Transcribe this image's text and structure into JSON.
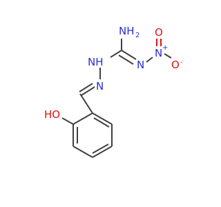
{
  "molecule": {
    "atoms": {
      "nh2": "NH",
      "nh2_sub": "2",
      "hydrazone_nh": "NH",
      "hydrazone_n": "N",
      "imine_n": "N",
      "nitro_n": "N",
      "nitro_n_charge": "+",
      "nitro_o_top": "O",
      "nitro_o_right": "O",
      "nitro_o_charge": "-",
      "phenol_oh": "HO"
    },
    "colors": {
      "carbon_bond": "#404040",
      "nitrogen": "#2b2bd6",
      "oxygen": "#e01010"
    }
  }
}
